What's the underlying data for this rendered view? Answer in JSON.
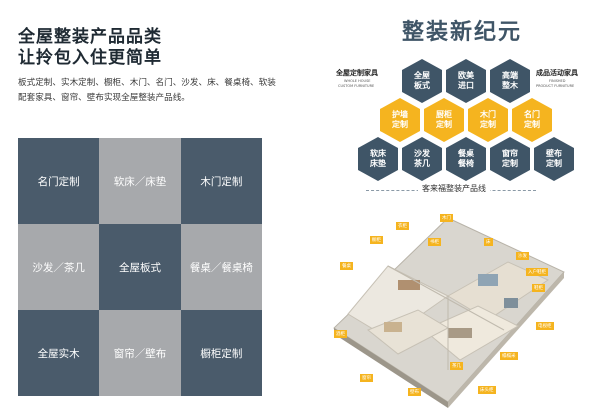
{
  "left": {
    "title_line1": "全屋整装产品品类",
    "title_line2": "让拎包入住更简单",
    "description": "板式定制、实木定制、橱柜、木门、名门、沙发、床、餐桌椅、软装配套家具、窗帘、壁布实现全屋整装产品线。",
    "grid": [
      {
        "label": "名门定制",
        "tone": "dark"
      },
      {
        "label": "软床／床垫",
        "tone": "gray"
      },
      {
        "label": "木门定制",
        "tone": "dark"
      },
      {
        "label": "沙发／茶几",
        "tone": "gray"
      },
      {
        "label": "全屋板式",
        "tone": "dark"
      },
      {
        "label": "餐桌／餐桌椅",
        "tone": "gray"
      },
      {
        "label": "全屋实木",
        "tone": "dark"
      },
      {
        "label": "窗帘／壁布",
        "tone": "gray"
      },
      {
        "label": "橱柜定制",
        "tone": "dark"
      }
    ]
  },
  "right": {
    "title": "整装新纪元",
    "left_label": "全屋定制家具",
    "left_sub1": "WHOLE HOUSE",
    "left_sub2": "CUSTOM FURNITURE",
    "right_label": "成品活动家具",
    "right_sub1": "FINISHED",
    "right_sub2": "PRODUCT FURNITURE",
    "product_line": "客来福整装产品线",
    "hex": [
      {
        "l1": "全屋",
        "l2": "板式",
        "tone": "dark"
      },
      {
        "l1": "欧美",
        "l2": "进口",
        "tone": "dark"
      },
      {
        "l1": "高端",
        "l2": "整木",
        "tone": "dark"
      },
      {
        "l1": "护墙",
        "l2": "定制",
        "tone": "yellow"
      },
      {
        "l1": "厨柜",
        "l2": "定制",
        "tone": "yellow"
      },
      {
        "l1": "木门",
        "l2": "定制",
        "tone": "yellow"
      },
      {
        "l1": "名门",
        "l2": "定制",
        "tone": "yellow"
      },
      {
        "l1": "软床",
        "l2": "床垫",
        "tone": "dark"
      },
      {
        "l1": "沙发",
        "l2": "茶几",
        "tone": "dark"
      },
      {
        "l1": "餐桌",
        "l2": "餐椅",
        "tone": "dark"
      },
      {
        "l1": "窗帘",
        "l2": "定制",
        "tone": "dark"
      },
      {
        "l1": "壁布",
        "l2": "定制",
        "tone": "dark"
      }
    ],
    "tags": [
      "衣柜",
      "橱柜",
      "木门",
      "床",
      "沙发",
      "餐桌",
      "书柜",
      "鞋柜",
      "入户鞋柜",
      "电视柜",
      "茶几",
      "窗帘",
      "壁布",
      "酒柜",
      "床头柜",
      "榻榻米"
    ]
  },
  "colors": {
    "dark": "#4a5b6b",
    "gray": "#a7a9ac",
    "yellow": "#f5b41f",
    "navy": "#3f5567"
  }
}
